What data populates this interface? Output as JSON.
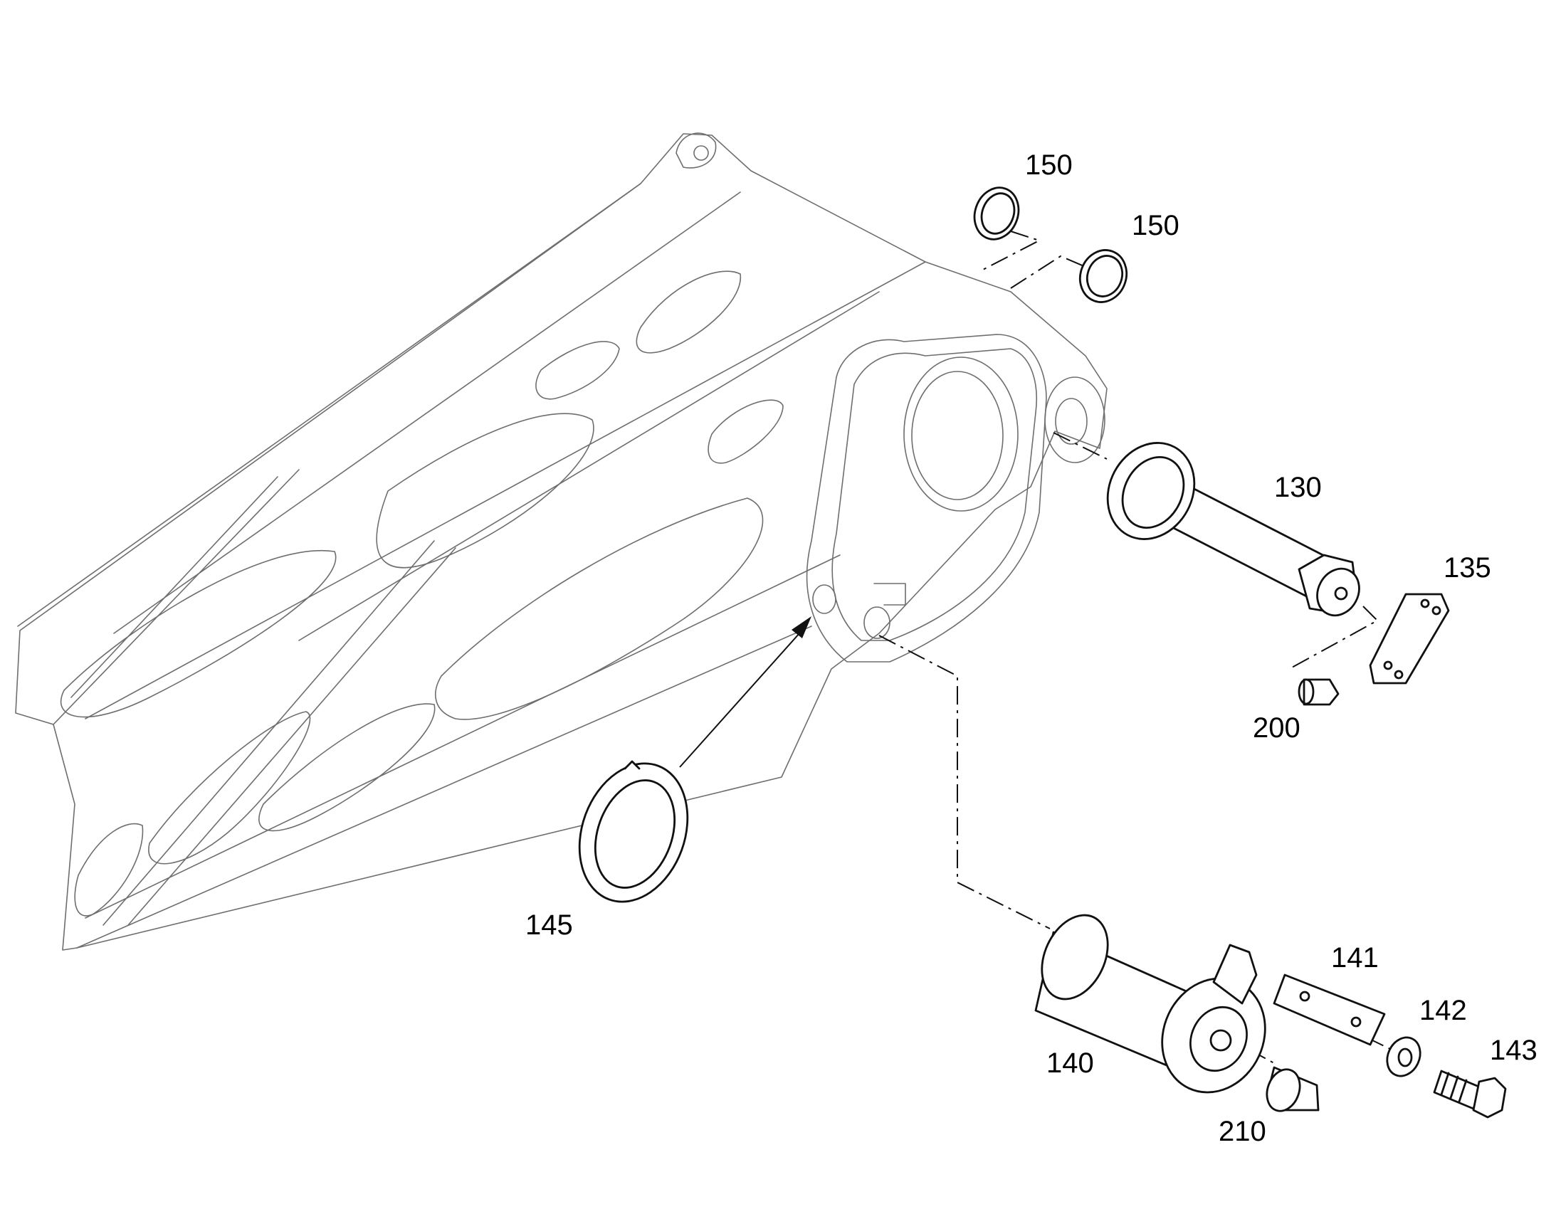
{
  "callouts": {
    "c150a": "150",
    "c150b": "150",
    "c130": "130",
    "c135": "135",
    "c200": "200",
    "c145": "145",
    "c141": "141",
    "c142": "142",
    "c143": "143",
    "c140": "140",
    "c210": "210"
  },
  "colors": {
    "line": "#111111",
    "frame": "#6e6e6e",
    "background": "#ffffff"
  }
}
